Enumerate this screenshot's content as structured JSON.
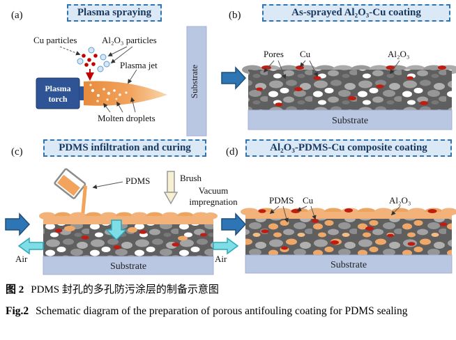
{
  "panels": {
    "a": {
      "label": "(a)",
      "title": "Plasma spraying",
      "cu_particles": "Cu particles",
      "al2o3_particles": "Al₂O₃ particles",
      "plasma_jet": "Plasma jet",
      "torch_line1": "Plasma",
      "torch_line2": "torch",
      "molten_droplets": "Molten droplets",
      "substrate": "Substrate"
    },
    "b": {
      "label": "(b)",
      "title": "As-sprayed Al₂O₃-Cu coating",
      "pores": "Pores",
      "cu": "Cu",
      "al2o3": "Al₂O₃",
      "substrate": "Substrate"
    },
    "c": {
      "label": "(c)",
      "title": "PDMS infiltration and curing",
      "pdms": "PDMS",
      "brush": "Brush",
      "vacuum": "Vacuum impregnation",
      "air_left": "Air",
      "air_right": "Air",
      "substrate": "Substrate"
    },
    "d": {
      "label": "(d)",
      "title": "Al₂O₃-PDMS-Cu composite coating",
      "pdms": "PDMS",
      "cu": "Cu",
      "al2o3": "Al₂O₃",
      "substrate": "Substrate"
    }
  },
  "caption": {
    "zh_label": "图 2",
    "zh_text": "PDMS 封孔的多孔防污涂层的制备示意图",
    "en_label": "Fig.2",
    "en_text": "Schematic diagram of the preparation of porous antifouling coating for PDMS sealing"
  },
  "colors": {
    "accent_blue": "#2e75b6",
    "title_bg": "#dbe9f6",
    "title_border": "#2e74b5",
    "title_text": "#17375e",
    "substrate_fill": "#b9c7e2",
    "coating_gray": "#5f5f5f",
    "cu_red": "#bf1d12",
    "pdms_orange": "#f2b279",
    "air_cyan": "#7fdde6",
    "torch_blue": "#2f5496"
  }
}
